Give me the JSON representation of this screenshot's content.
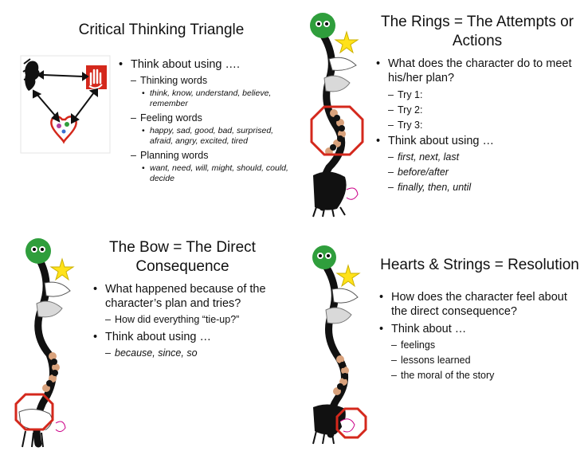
{
  "slides": {
    "triangle": {
      "title": "Critical Thinking Triangle",
      "bullets": [
        {
          "text": "Think about using ….",
          "subs": [
            {
              "text": "Thinking words",
              "detail": "think, know, understand, believe, remember"
            },
            {
              "text": "Feeling words",
              "detail": "happy, sad, good, bad, surprised, afraid, angry, excited, tired"
            },
            {
              "text": "Planning words",
              "detail": "want, need, will, might, should, could, decide"
            }
          ]
        }
      ]
    },
    "rings": {
      "title_line1": "The Rings = The Attempts or",
      "title_line2": "Actions",
      "bullet1": "What does the character do to meet his/her plan?",
      "tries": [
        "Try 1:",
        "Try 2:",
        "Try 3:"
      ],
      "bullet2": "Think about using …",
      "words": [
        "first, next, last",
        "before/after",
        "finally, then, until"
      ]
    },
    "bow": {
      "title_line1": "The Bow = The Direct",
      "title_line2": "Consequence",
      "bullet1": "What happened because of the character’s plan and tries?",
      "sub1": "How did everything “tie-up?”",
      "bullet2": "Think about using …",
      "sub2": "because, since, so"
    },
    "hearts": {
      "title": "Hearts & Strings = Resolution",
      "bullet1": "How does the character feel about the direct consequence?",
      "bullet2": "Think about …",
      "subs": [
        "feelings",
        "lessons learned",
        "the moral of the story"
      ]
    }
  },
  "colors": {
    "highlight_red": "#d4281c",
    "pom_green": "#2f9e3c",
    "star_yellow": "#ffe21a",
    "bead_tan": "#d9a27c",
    "pipe_black": "#111111"
  },
  "icons": [
    "critical-thinking-triangle-illustration",
    "story-stick-illustration"
  ]
}
